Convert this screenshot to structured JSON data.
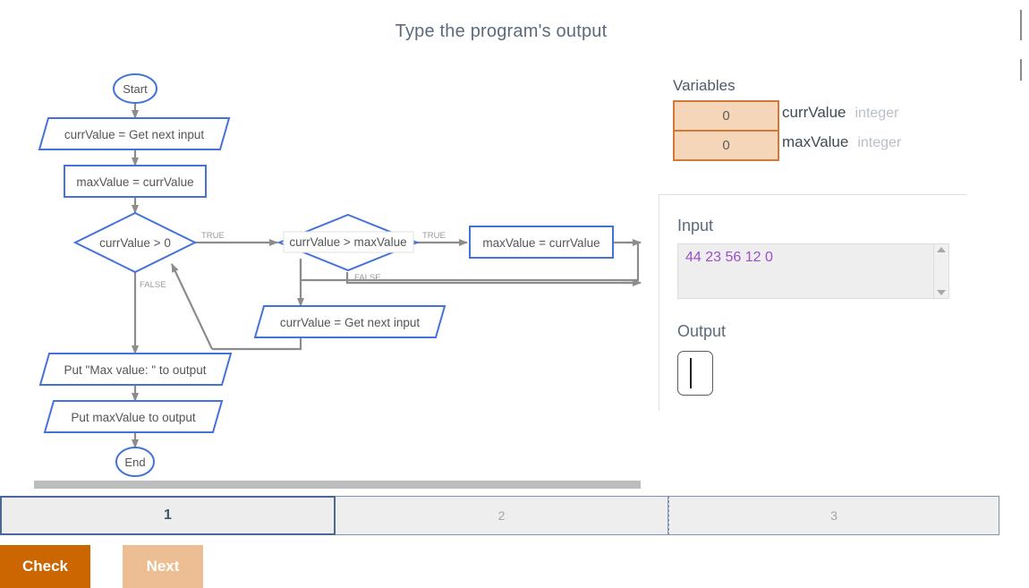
{
  "page": {
    "title": "Type the program's output"
  },
  "flowchart": {
    "nodes": {
      "start": "Start",
      "input1": "currValue = Get next input",
      "assign1": "maxValue = currValue",
      "decision1": "currValue > 0",
      "decision2": "currValue > maxValue",
      "assign2": "maxValue = currValue",
      "input2": "currValue = Get next input",
      "output1": "Put \"Max value: \" to output",
      "output2": "Put maxValue to output",
      "end": "End"
    },
    "edge_labels": {
      "d1_true": "TRUE",
      "d1_false": "FALSE",
      "d2_true": "TRUE",
      "d2_false": "FALSE"
    },
    "colors": {
      "shape_stroke": "#4472d8",
      "arrow": "#8c8c8c",
      "text": "#555555"
    }
  },
  "variables": {
    "title": "Variables",
    "rows": [
      {
        "value": "0",
        "name": "currValue",
        "type": "integer"
      },
      {
        "value": "0",
        "name": "maxValue",
        "type": "integer"
      }
    ],
    "colors": {
      "border": "#d2793a",
      "fill": "#f6d6b8"
    }
  },
  "io": {
    "input_label": "Input",
    "input_value": "44 23 56 12 0",
    "output_label": "Output",
    "output_value": "",
    "input_text_color": "#9b4fc8"
  },
  "progress": {
    "tabs": [
      {
        "label": "1",
        "active": true
      },
      {
        "label": "2",
        "active": false
      },
      {
        "label": "3",
        "active": false
      }
    ]
  },
  "actions": {
    "check_label": "Check",
    "next_label": "Next",
    "check_color": "#cc6600",
    "next_color": "#edbe93"
  }
}
